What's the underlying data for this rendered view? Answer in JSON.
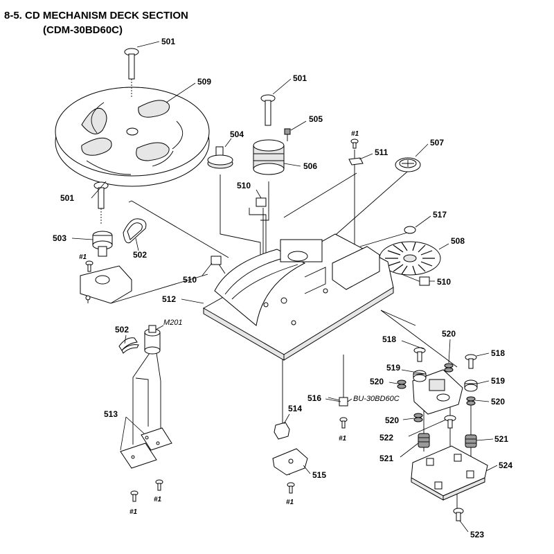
{
  "header": {
    "title": "8-5. CD MECHANISM DECK SECTION",
    "subtitle": "(CDM-30BD60C)"
  },
  "labels": {
    "p501_a": "501",
    "p501_b": "501",
    "p501_c": "501",
    "p509": "509",
    "p505": "505",
    "p504": "504",
    "p506": "506",
    "p511": "511",
    "p507": "507",
    "p510_a": "510",
    "p510_b": "510",
    "p510_c": "510",
    "p517": "517",
    "p508": "508",
    "p503": "503",
    "p502_a": "502",
    "p502_b": "502",
    "p512": "512",
    "m201": "M201",
    "p518_a": "518",
    "p518_b": "518",
    "p520_a": "520",
    "p520_b": "520",
    "p520_c": "520",
    "p520_d": "520",
    "p519_a": "519",
    "p519_b": "519",
    "p516": "516",
    "bu": "BU-30BD60C",
    "p514": "514",
    "p513": "513",
    "p522": "522",
    "p521_a": "521",
    "p521_b": "521",
    "p524": "524",
    "p515": "515",
    "p523": "523",
    "ref1_a": "#1",
    "ref1_b": "#1",
    "ref1_c": "#1",
    "ref1_d": "#1",
    "ref1_e": "#1",
    "ref1_f": "#1"
  }
}
